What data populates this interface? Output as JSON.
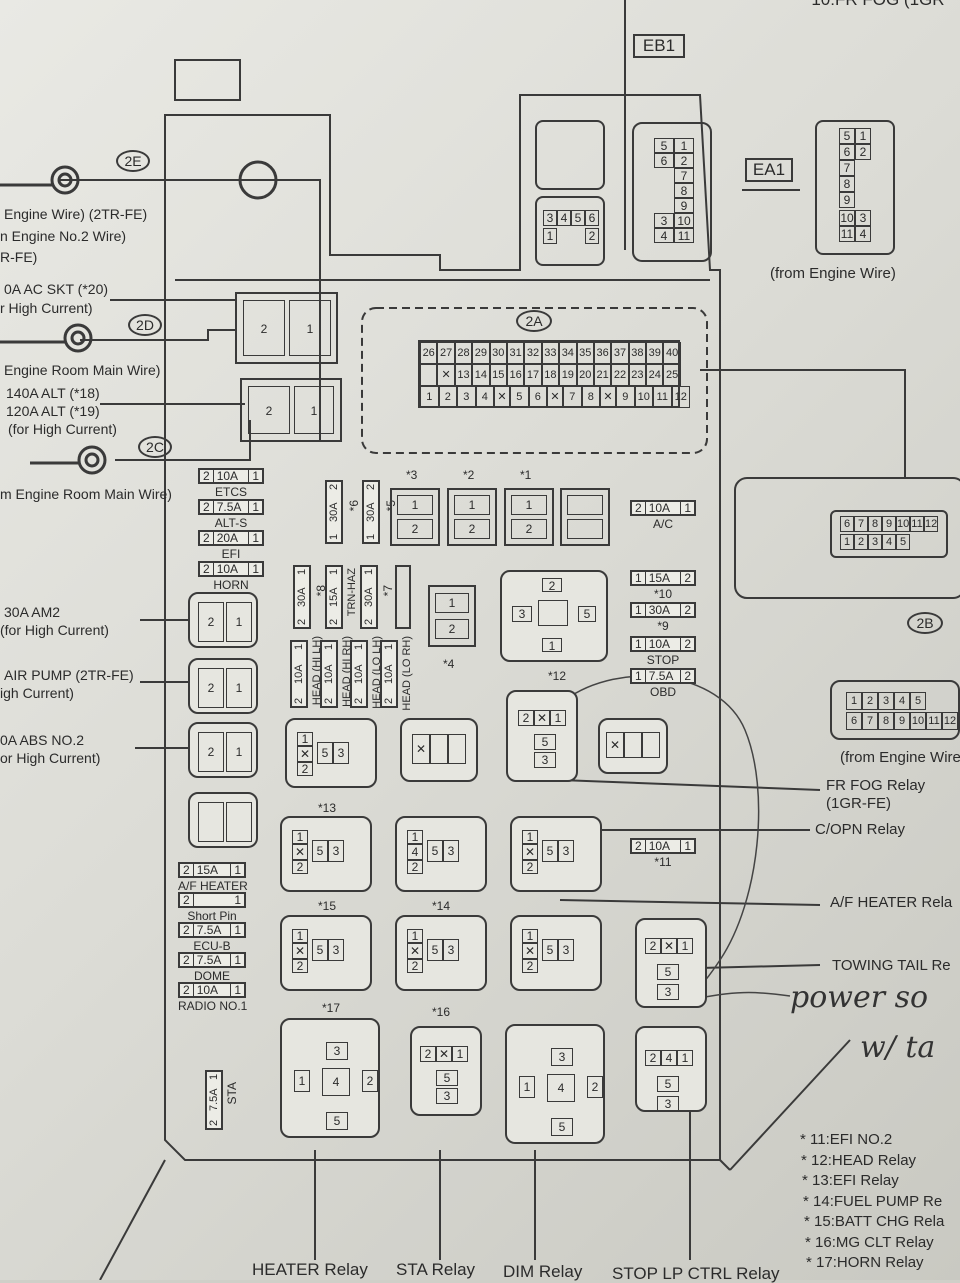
{
  "top_right_note": "* 10:FR FOG (1GR",
  "connectors": {
    "eb1": "EB1",
    "ea1": "EA1",
    "ea1_pins": [
      "5",
      "1",
      "6",
      "2",
      "7",
      "8",
      "9",
      "3",
      "10",
      "4",
      "11"
    ],
    "ea1_big_pins": [
      "5",
      "1",
      "6",
      "2",
      "7",
      "8",
      "9",
      "10",
      "3",
      "11",
      "4"
    ],
    "ea1_caption": "(from Engine Wire)",
    "eb1_pins": [
      "3",
      "4",
      "5",
      "6",
      "1",
      "2"
    ],
    "c2e": "2E",
    "c2d": "2D",
    "c2c": "2C",
    "c2a": "2A",
    "c2b": "2B",
    "c2a_row1": [
      "26",
      "27",
      "28",
      "29",
      "30",
      "31",
      "32",
      "33",
      "34",
      "35",
      "36",
      "37",
      "38",
      "39",
      "40"
    ],
    "c2a_row2": [
      "13",
      "14",
      "15",
      "16",
      "17",
      "18",
      "19",
      "20",
      "21",
      "22",
      "23",
      "24",
      "25"
    ],
    "c2a_row3": [
      "1",
      "2",
      "3",
      "4",
      "5",
      "6",
      "7",
      "8",
      "9",
      "10",
      "11",
      "12"
    ],
    "c2b_pins_top": [
      "6",
      "7",
      "8",
      "9",
      "10",
      "11",
      "12"
    ],
    "c2b_pins_bot": [
      "1",
      "2",
      "3",
      "4",
      "5"
    ],
    "c2b_big_top": [
      "1",
      "2",
      "3",
      "4",
      "5"
    ],
    "c2b_big_bot": [
      "6",
      "7",
      "8",
      "9",
      "10",
      "11",
      "12"
    ],
    "c2b_caption": "(from Engine Wire"
  },
  "left_labels": {
    "engine_wire": "Engine Wire) (2TR-FE)",
    "engine_no2": "n Engine No.2 Wire)",
    "rfe": "R-FE)",
    "ac_skt": "0A AC SKT (*20)",
    "high_current1": "r High Current)",
    "engine_room_main1": "Engine Room Main Wire)",
    "alt140": "140A ALT (*18)",
    "alt120": "120A ALT (*19)",
    "for_high_current": "(for High Current)",
    "engine_room_main2": "m Engine Room Main Wire)",
    "am2": "30A AM2",
    "am2_hc": "(for High Current)",
    "air_pump": "AIR PUMP (2TR-FE)",
    "air_pump_hc": "igh Current)",
    "abs2": "0A ABS NO.2",
    "abs2_hc": "or High Current)"
  },
  "fuses_left": [
    {
      "a": "2",
      "b": "10A",
      "c": "1",
      "label": "ETCS"
    },
    {
      "a": "2",
      "b": "7.5A",
      "c": "1",
      "label": "ALT-S"
    },
    {
      "a": "2",
      "b": "20A",
      "c": "1",
      "label": "EFI"
    },
    {
      "a": "2",
      "b": "10A",
      "c": "1",
      "label": "HORN"
    }
  ],
  "fuses_bottom_left": [
    {
      "a": "2",
      "b": "15A",
      "c": "1",
      "label": "A/F HEATER"
    },
    {
      "a": "2",
      "b": "",
      "c": "1",
      "label": "Short Pin"
    },
    {
      "a": "2",
      "b": "7.5A",
      "c": "1",
      "label": "ECU-B"
    },
    {
      "a": "2",
      "b": "7.5A",
      "c": "1",
      "label": "DOME"
    },
    {
      "a": "2",
      "b": "10A",
      "c": "1",
      "label": "RADIO NO.1"
    }
  ],
  "sta_fuse": {
    "a": "2",
    "b": "7.5A",
    "c": "1",
    "label": "STA"
  },
  "fuses_right": [
    {
      "a": "2",
      "b": "10A",
      "c": "1",
      "label": "A/C"
    },
    {
      "a": "1",
      "b": "15A",
      "c": "2",
      "label": "*10"
    },
    {
      "a": "1",
      "b": "30A",
      "c": "2",
      "label": "*9"
    },
    {
      "a": "1",
      "b": "10A",
      "c": "2",
      "label": "STOP"
    },
    {
      "a": "1",
      "b": "7.5A",
      "c": "2",
      "label": "OBD"
    },
    {
      "a": "2",
      "b": "10A",
      "c": "1",
      "label": "*11"
    }
  ],
  "vertical_fuses_top": [
    {
      "a": "1",
      "b": "30A",
      "c": "2",
      "label": "*6"
    },
    {
      "a": "1",
      "b": "30A",
      "c": "2",
      "label": "*5"
    }
  ],
  "vertical_fuses_mid": [
    {
      "a": "2",
      "b": "30A",
      "c": "1",
      "label": "*8"
    },
    {
      "a": "2",
      "b": "15A",
      "c": "1",
      "label": "TRN-HAZ"
    },
    {
      "a": "2",
      "b": "30A",
      "c": "1",
      "label": "*7"
    }
  ],
  "head_fuses": [
    {
      "a": "2",
      "b": "10A",
      "c": "1",
      "label": "HEAD (HI LH)"
    },
    {
      "a": "2",
      "b": "10A",
      "c": "1",
      "label": "HEAD (HI RH)"
    },
    {
      "a": "2",
      "b": "10A",
      "c": "1",
      "label": "HEAD (LO LH)"
    },
    {
      "a": "2",
      "b": "10A",
      "c": "1",
      "label": "HEAD (LO RH)"
    }
  ],
  "marks": {
    "m1": "*1",
    "m2": "*2",
    "m3": "*3",
    "m4": "*4",
    "m12": "*12",
    "m13": "*13",
    "m14": "*14",
    "m15": "*15",
    "m16": "*16",
    "m17": "*17"
  },
  "relay_labels": {
    "fr_fog": "FR FOG Relay",
    "fr_fog_sub": "(1GR-FE)",
    "c_opn": "C/OPN Relay",
    "af_heater": "A/F HEATER Rela",
    "towing_tail": "TOWING TAIL Re",
    "heater": "HEATER Relay",
    "sta": "STA Relay",
    "dim": "DIM Relay",
    "stop_lp": "STOP LP CTRL Relay"
  },
  "notes": [
    "* 11:EFI NO.2",
    "* 12:HEAD Relay",
    "* 13:EFI Relay",
    "* 14:FUEL PUMP Re",
    "* 15:BATT CHG Rela",
    "* 16:MG CLT Relay",
    "* 17:HORN Relay"
  ],
  "handwriting": {
    "line1": "power so",
    "line2": "w/ ta"
  }
}
